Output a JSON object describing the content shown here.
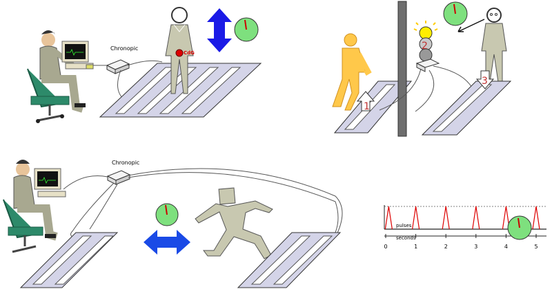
{
  "labels": {
    "chronopic_top": "Chronopic",
    "chronopic_bottom": "Chronopic",
    "cdg": "CdG",
    "step1": "1",
    "step2": "2",
    "step3": "3",
    "pulses": "pulses",
    "seconds": "seconds"
  },
  "timeline": {
    "ticks": [
      "0",
      "1",
      "2",
      "3",
      "4",
      "5"
    ],
    "pulse_times": [
      0.1,
      1.0,
      2.0,
      3.0,
      4.0,
      5.0
    ]
  },
  "colors": {
    "mat_fill": "#d4d4e8",
    "mat_stripe": "#ffffff",
    "person": "#c8c8b0",
    "walker": "#ffc84a",
    "arrow_vertical": "#1a1ae6",
    "arrow_horizontal": "#1a4ae6",
    "clock_face": "#7ee07e",
    "clock_hand": "#cc0000",
    "pulse": "#dd0000",
    "wall": "#6e6e6e",
    "light_on": "#ffee00"
  },
  "icons": [
    "clock-icon",
    "computer-operator-icon",
    "chronopic-device-icon",
    "contact-mat-icon",
    "traffic-light-icon"
  ]
}
